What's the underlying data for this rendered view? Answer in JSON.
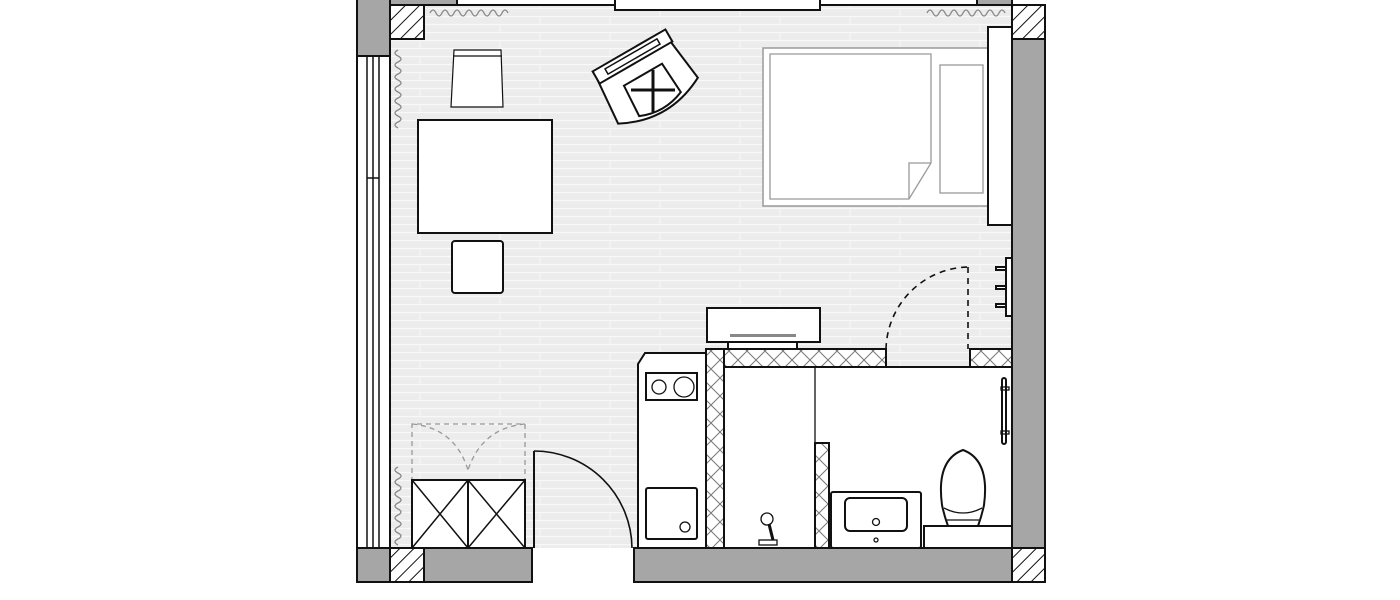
{
  "plan": {
    "colors": {
      "wall": "#a6a6a6",
      "floor": "#ececec",
      "plank_line": "#f8f8f8",
      "outline": "#111111",
      "furniture": "#ffffff",
      "light_outline": "#9a9a9a"
    },
    "rooms": [
      "studio-living-area",
      "bathroom",
      "kitchenette"
    ],
    "furniture": [
      "armchair",
      "dining-table",
      "stool",
      "office-chair",
      "bed",
      "pillow",
      "wardrobe",
      "coat-hooks",
      "tv",
      "kitchen-counter",
      "hob",
      "oven",
      "shower",
      "washbasin",
      "toilet",
      "towel-rail",
      "wardrobe-double-door"
    ],
    "fixtures": [
      "radiator",
      "window",
      "entrance-door",
      "bathroom-door"
    ]
  }
}
